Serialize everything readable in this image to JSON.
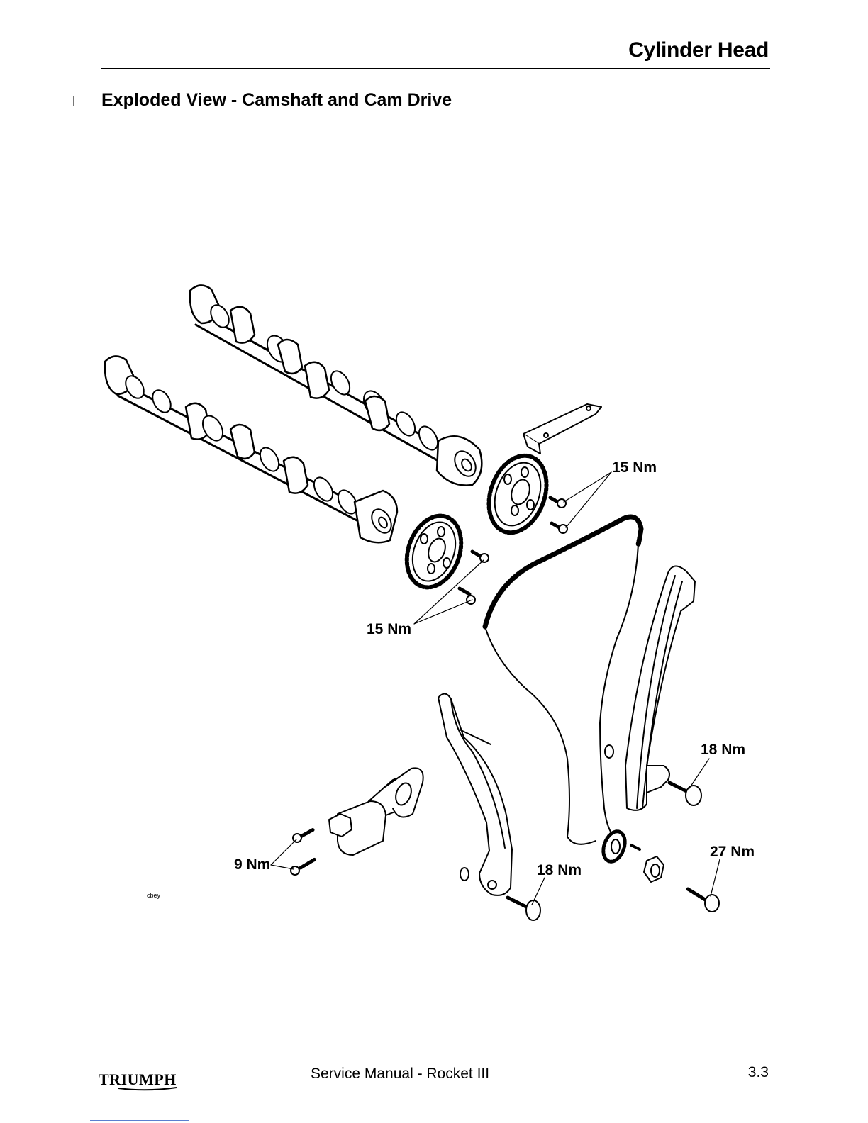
{
  "header": {
    "title": "Cylinder Head"
  },
  "section": {
    "title": "Exploded View - Camshaft and Cam Drive"
  },
  "diagram": {
    "torque_labels": [
      {
        "id": "inlet-sprocket-bolts",
        "text": "15 Nm"
      },
      {
        "id": "exhaust-sprocket-bolts",
        "text": "15 Nm"
      },
      {
        "id": "fixed-guide-bolt",
        "text": "18 Nm"
      },
      {
        "id": "tensioner-blade-bolt",
        "text": "18 Nm"
      },
      {
        "id": "crank-sprocket-bolt",
        "text": "27 Nm"
      },
      {
        "id": "tensioner-bolts",
        "text": "9 Nm"
      }
    ],
    "reference_code": "cbey"
  },
  "footer": {
    "brand": "TRIUMPH",
    "text": "Service Manual - Rocket III",
    "page_number": "3.3"
  }
}
